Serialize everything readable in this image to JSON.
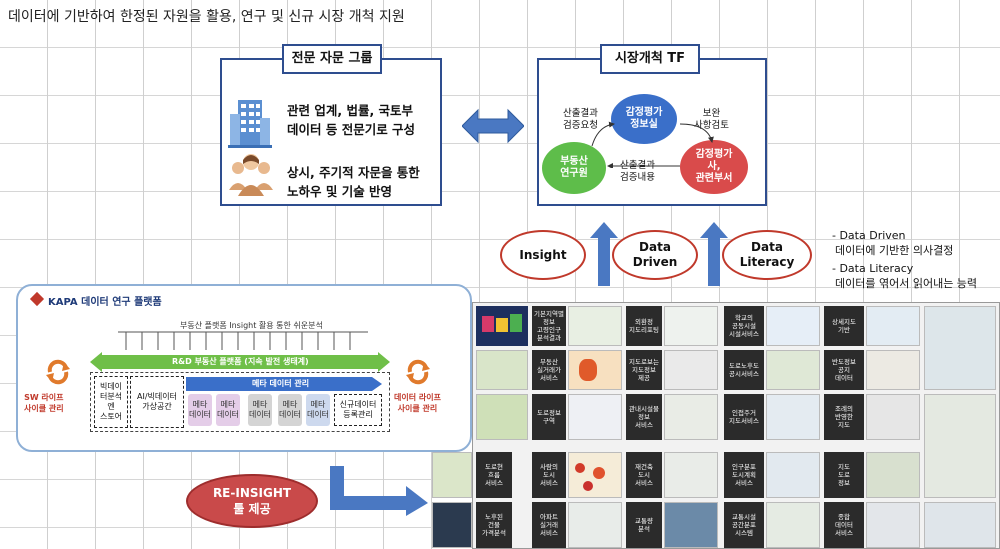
{
  "heading": "데이터에 기반하여 한정된 자원을 활용, 연구 및 신규 시장 개척 지원",
  "advisory": {
    "title": "전문 자문 그룹",
    "line1a": "관련 업계, 법률, 국토부",
    "line1b": "데이터 등 전문기로 구성",
    "line2a": "상시, 주기적 자문을 통한",
    "line2b": "노하우 및 기술 반영"
  },
  "market": {
    "title": "시장개척 TF",
    "circle_top": "감정평가\n정보실",
    "circle_left": "부동산\n연구원",
    "circle_right": "감정평가\n사,\n관련부서",
    "label_top_left": "산출결과\n검증요청",
    "label_top_right": "보완\n사항검토",
    "label_mid": "산출결과\n검증내용"
  },
  "ovals": {
    "insight": "Insight",
    "data_driven": "Data\nDriven",
    "data_literacy": "Data\nLiteracy"
  },
  "notes": {
    "n1": "-  Data Driven",
    "n2": "데이터에 기반한 의사결정",
    "n3": "-  Data Literacy",
    "n4": "데이터를 엮어서 읽어내는 능력"
  },
  "kapa": {
    "title": "KAPA 데이터 연구 플랫폼",
    "insight_label": "부동산 플랫폼 Insight 활용 통한 쉬운분석",
    "banner": "R&D 부동산 플랫폼 (지속 발전 생태계)",
    "bigdata": "빅데이\n터분석\n엔\n스토어",
    "ai": "AI/빅데이터\n가상공간",
    "meta_title": "메타 데이터 관리",
    "meta_items": [
      "메타\n데이터",
      "메타\n데이터",
      "메타\n데이터",
      "메타\n데이터",
      "메타\n데이터"
    ],
    "new_data": "신규데이터\n등록관리",
    "sw_life": "SW 라이프\n사이클 관리",
    "data_life": "데이터 라이프\n사이클 관리"
  },
  "reinsight": "RE-INSIGHT\n툴 제공",
  "screens": {
    "cells": [
      "기본지역별\n정보\n고령인구\n분석결과",
      "외환정\n지도리포팅",
      "부동산\n실거래가\n서비스",
      "지도로보는\n지도정보\n제공",
      "도로정보\n구역",
      "관내시설물\n정보\n서비스",
      "도로현\n흐름\n서비스",
      "재건축\n도시\n서비스",
      "노후된\n건물\n가격분석",
      "교통량\n분석",
      "사람의\n도시\n서비스",
      "아파트\n실거래\n서비스"
    ],
    "right_cells": [
      "학교의\n공동시설\n시설서비스",
      "도로노후도\n공시서비스",
      "인접주거\n지도서비스",
      "인구분포\n도시계획\n서비스",
      "교통시설\n공간분포\n시스템"
    ],
    "far_right": [
      "상세지도\n기반",
      "반도정보\n공지\n데이터",
      "조례의\n반영한\n지도",
      "지도\n도로\n정보",
      "종합\n데이터\n서비스"
    ]
  }
}
